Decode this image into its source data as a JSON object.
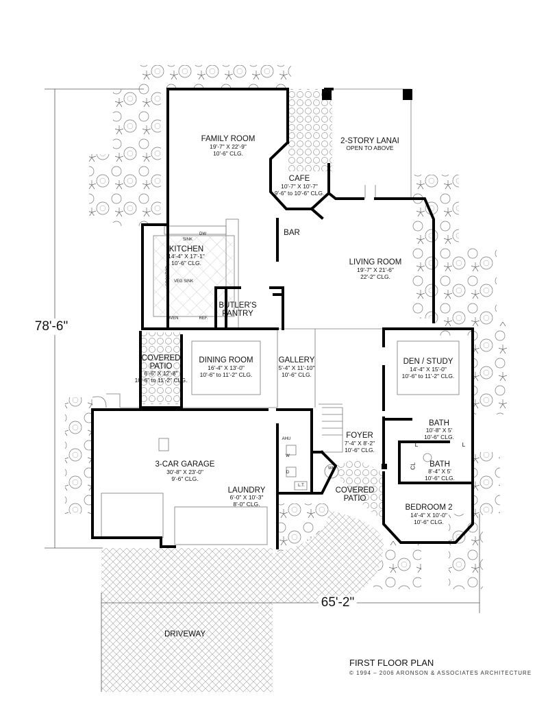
{
  "rooms": {
    "family": {
      "name": "FAMILY ROOM",
      "size": "19'-7\" X 22'-9\"",
      "clg": "10'-6\" CLG."
    },
    "lanai": {
      "name": "2-STORY LANAI",
      "note": "OPEN TO ABOVE"
    },
    "cafe": {
      "name": "CAFE",
      "size": "10'-7\" X 10'-7\"",
      "clg": "9'-6\" to 10'-6\" CLG."
    },
    "bar": {
      "name": "BAR"
    },
    "kitchen": {
      "name": "KITCHEN",
      "size": "14'-4\" X 17'-1\"",
      "clg": "10'-6\" CLG."
    },
    "butler": {
      "name1": "BUTLER'S",
      "name2": "PANTRY"
    },
    "living": {
      "name": "LIVING ROOM",
      "size": "19'-7\" X 21'-6\"",
      "clg": "22'-2\" CLG."
    },
    "covered_patio": {
      "name1": "COVERED",
      "name2": "PATIO",
      "size": "6'-6\" X 12'-8\"",
      "clg": "10'-6\" to 11'-2\" CLG."
    },
    "dining": {
      "name": "DINING ROOM",
      "size": "16'-4\" X 13'-0\"",
      "clg": "10'-6\" to 11'-2\" CLG."
    },
    "gallery": {
      "name": "GALLERY",
      "size": "5'-4\" X 11'-10\"",
      "clg": "10'-6\" CLG."
    },
    "den": {
      "name": "DEN / STUDY",
      "size": "14'-4\" X 15'-0\"",
      "clg": "10'-6\" to 11'-2\" CLG."
    },
    "bath1": {
      "name": "BATH",
      "size": "10'-8\" X 5'",
      "clg": "10'-6\" CLG."
    },
    "bath2": {
      "name": "BATH",
      "size": "8'-4\" X 5'",
      "clg": "10'-6\" CLG."
    },
    "foyer": {
      "name": "FOYER",
      "size": "7'-4\" X 8'-2\"",
      "clg": "10'-6\" CLG."
    },
    "garage": {
      "name": "3-CAR GARAGE",
      "size": "30'-8\" X 23'-0\"",
      "clg": "9'-6\" CLG."
    },
    "laundry": {
      "name": "LAUNDRY",
      "size": "6'-0\" X 10'-3\"",
      "clg": "8'-0\" CLG."
    },
    "entry_patio": {
      "name1": "COVERED",
      "name2": "PATIO"
    },
    "bedroom2": {
      "name": "BEDROOM 2",
      "size": "14'-4\" X 10'-0\"",
      "clg": "10'-6\" CLG."
    },
    "driveway": {
      "name": "DRIVEWAY"
    }
  },
  "fixtures": {
    "sink": "SINK",
    "dw": "DW",
    "cooktop": "COOKTOP",
    "veg_sink": "VEG SINK",
    "oven": "OVEN",
    "ref": "REF.",
    "ahu": "AHU",
    "w": "W",
    "d": "D",
    "lt": "L.T.",
    "wh": "WH",
    "cl": "CL",
    "l1": "L",
    "l2": "L"
  },
  "dimensions": {
    "depth": "78'-6\"",
    "width": "65'-2\""
  },
  "title": "FIRST FLOOR PLAN",
  "copyright": "© 1994 – 2006 ARONSON & ASSOCIATES ARCHITECTURE"
}
